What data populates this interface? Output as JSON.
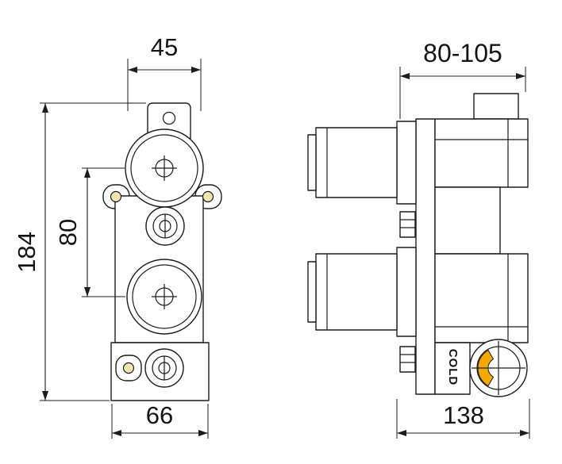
{
  "drawing": {
    "background": "#ffffff",
    "line_color": "#1c1c1c",
    "accent_yellow": "#f5a800",
    "hole_yellow": "#f4e6ad",
    "front_view": {
      "dim_top_width": "45",
      "dim_overall_height": "184",
      "dim_center_spacing": "80",
      "dim_bottom_width": "66"
    },
    "side_view": {
      "dim_depth_range": "80-105",
      "dim_overall_depth": "138",
      "cold_label": "COLD"
    }
  }
}
